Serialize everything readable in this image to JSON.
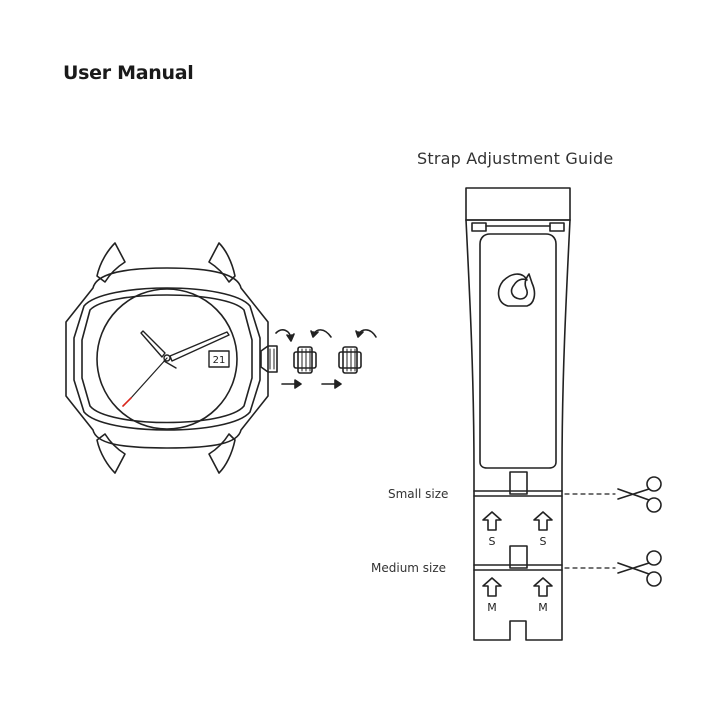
{
  "page_title": "User Manual",
  "guide_title": "Strap Adjustment Guide",
  "watch": {
    "date": "21"
  },
  "strap": {
    "small_label": "Small size",
    "medium_label": "Medium size",
    "small_marker": "S",
    "medium_marker": "M"
  },
  "colors": {
    "line": "#222222",
    "second_hand": "#d9261c"
  },
  "icons": [
    "rotate-clockwise-icon",
    "rotate-counterclockwise-icon",
    "arrow-right-icon",
    "scissors-icon",
    "arrow-up-icon"
  ]
}
